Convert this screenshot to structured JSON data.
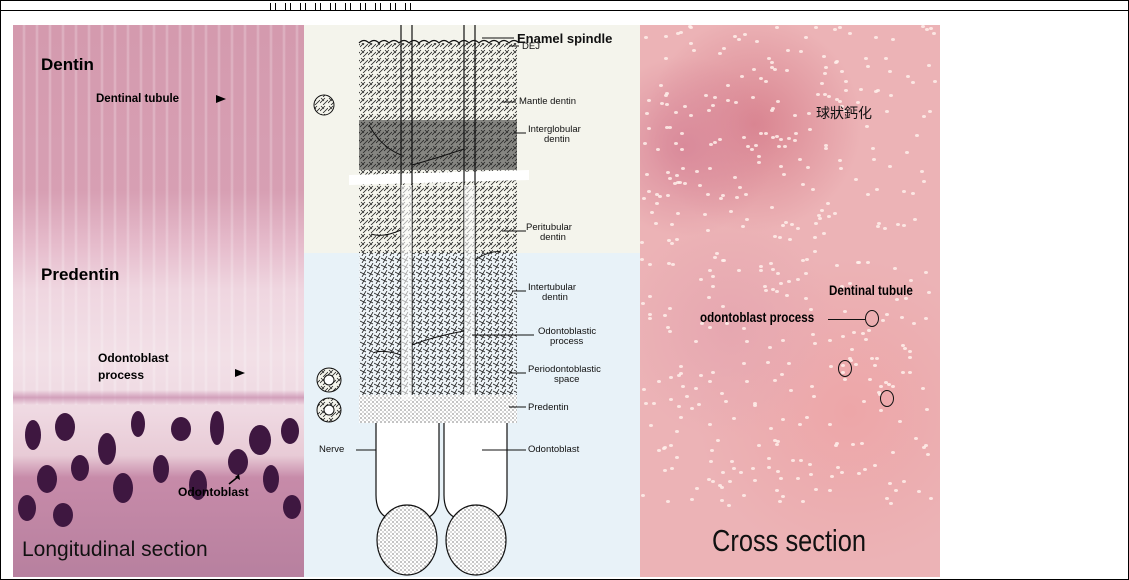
{
  "panels": {
    "longitudinal": {
      "title": "Longitudinal section",
      "dentin": "Dentin",
      "dentinal_tubule": "Dentinal tubule",
      "predentin": "Predentin",
      "odontoblast_process_line1": "Odontoblast",
      "odontoblast_process_line2": "process",
      "odontoblast": "Odontoblast"
    },
    "diagram": {
      "enamel_spindle": "Enamel spindle",
      "dej": "DEJ",
      "mantle_dentin": "Mantle dentin",
      "interglobular_line1": "Interglobular",
      "interglobular_line2": "dentin",
      "peritubular_line1": "Peritubular",
      "peritubular_line2": "dentin",
      "intertubular_line1": "Intertubular",
      "intertubular_line2": "dentin",
      "odontoblastic_process_line1": "Odontoblastic",
      "odontoblastic_process_line2": "process",
      "periodontoblastic_line1": "Periodontoblastic",
      "periodontoblastic_line2": "space",
      "predentin": "Predentin",
      "nerve": "Nerve",
      "odontoblast": "Odontoblast"
    },
    "cross": {
      "title": "Cross section",
      "chinese_label": "球狀鈣化",
      "dentinal_tubule": "Dentinal tubule",
      "odontoblast_process": "odontoblast process"
    }
  },
  "colors": {
    "stain_pink": "#d79fb3",
    "nucleus_purple": "#3e1740",
    "cross_pink": "#ecb3b6"
  }
}
